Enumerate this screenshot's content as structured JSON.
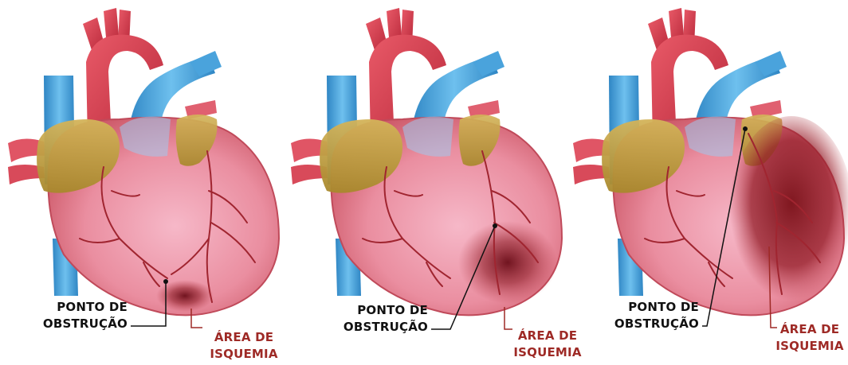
{
  "panels": [
    {
      "obstruction_label": [
        "PONTO DE",
        "OBSTRUÇÃO"
      ],
      "ischemia_label": [
        "ÁREA DE",
        "ISQUEMIA"
      ]
    },
    {
      "obstruction_label": [
        "PONTO DE",
        "OBSTRUÇÃO"
      ],
      "ischemia_label": [
        "ÁREA DE",
        "ISQUEMIA"
      ]
    },
    {
      "obstruction_label": [
        "PONTO DE",
        "OBSTRUÇÃO"
      ],
      "ischemia_label": [
        "ÁREA DE",
        "ISQUEMIA"
      ]
    }
  ],
  "colors": {
    "ischemia_text": "#9e2a26",
    "heart_body": "#e88a9a",
    "aorta": "#d9404f",
    "vena_cava": "#4aa3dc",
    "atrium": "#c7a84a",
    "vessel": "#a02530"
  }
}
